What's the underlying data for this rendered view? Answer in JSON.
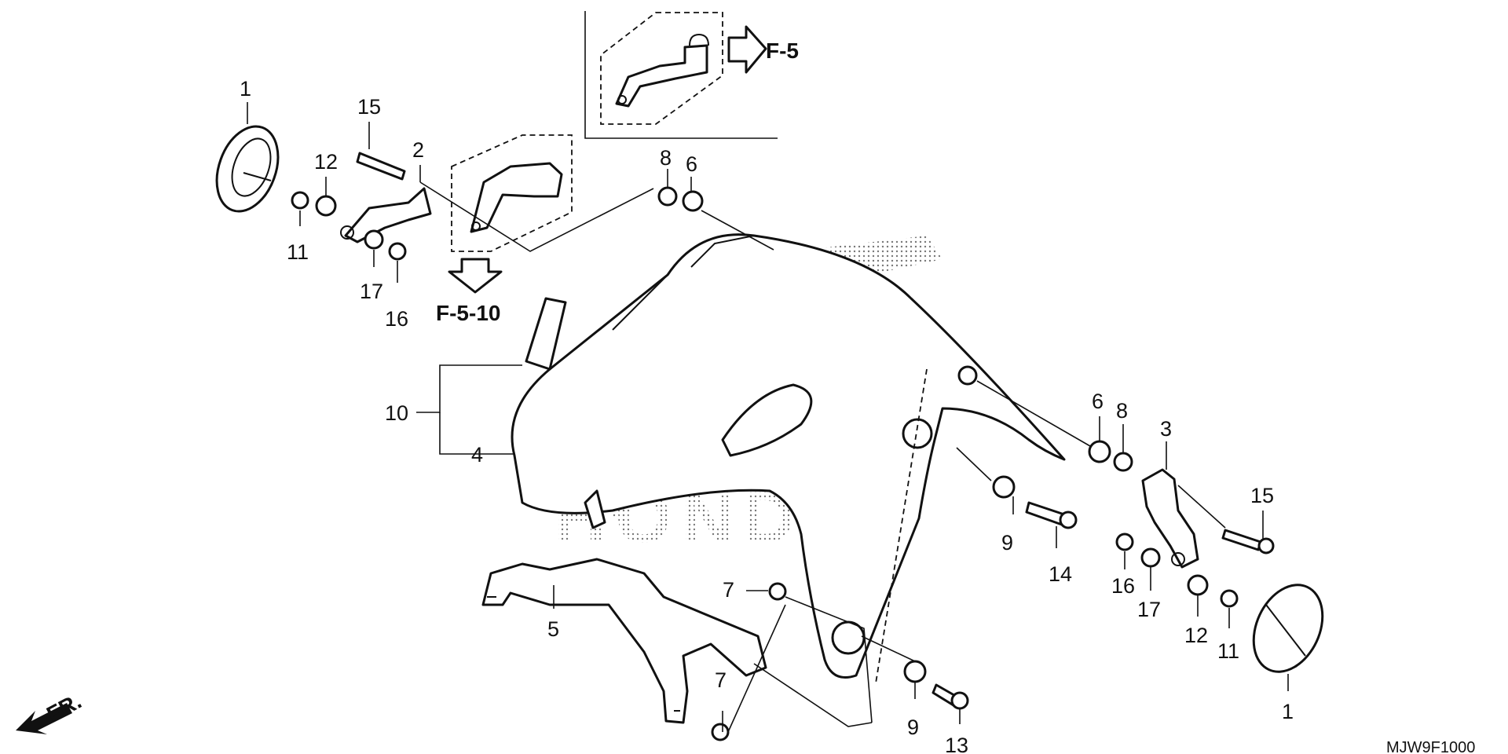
{
  "watermark": "HONDA",
  "drawing_code": "MJW9F1000",
  "direction_label": "FR.",
  "callouts": {
    "c1a": "1",
    "c15a": "15",
    "c12a": "12",
    "c2": "2",
    "c11a": "11",
    "c17a": "17",
    "c16a": "16",
    "c8a": "8",
    "c6a": "6",
    "c10": "10",
    "c4": "4",
    "c5": "5",
    "c7a": "7",
    "c7b": "7",
    "c9a": "9",
    "c9b": "9",
    "c14": "14",
    "c13": "13",
    "c6b": "6",
    "c8b": "8",
    "c3": "3",
    "c15b": "15",
    "c16b": "16",
    "c17b": "17",
    "c12b": "12",
    "c11b": "11",
    "c1b": "1"
  },
  "references": {
    "ref_top": "F-5",
    "ref_left": "F-5-10"
  }
}
